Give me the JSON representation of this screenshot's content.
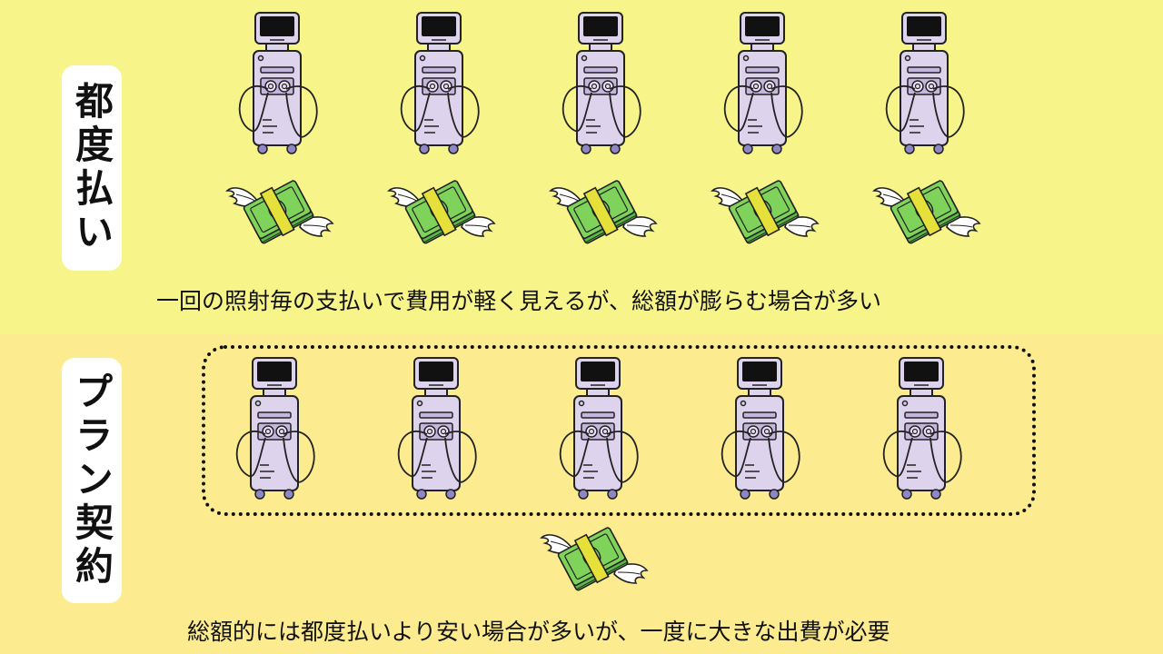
{
  "pay_per_use": {
    "label": "都度払い",
    "caption": "一回の照射毎の支払いで費用が軽く見えるが、総額が膨らむ場合が多い"
  },
  "plan_contract": {
    "label": "プラン契約",
    "caption": "総額的には都度払いより安い場合が多いが、一度に大きな出費が必要"
  },
  "icons": {
    "machine": "laser-machine-icon",
    "money": "flying-money-icon"
  },
  "colors": {
    "top_background": "#f7f58a",
    "bottom_background": "#fcec8f",
    "machine_body": "#ddd3ec",
    "money_green": "#7fd35b",
    "money_band": "#e6e13a"
  }
}
